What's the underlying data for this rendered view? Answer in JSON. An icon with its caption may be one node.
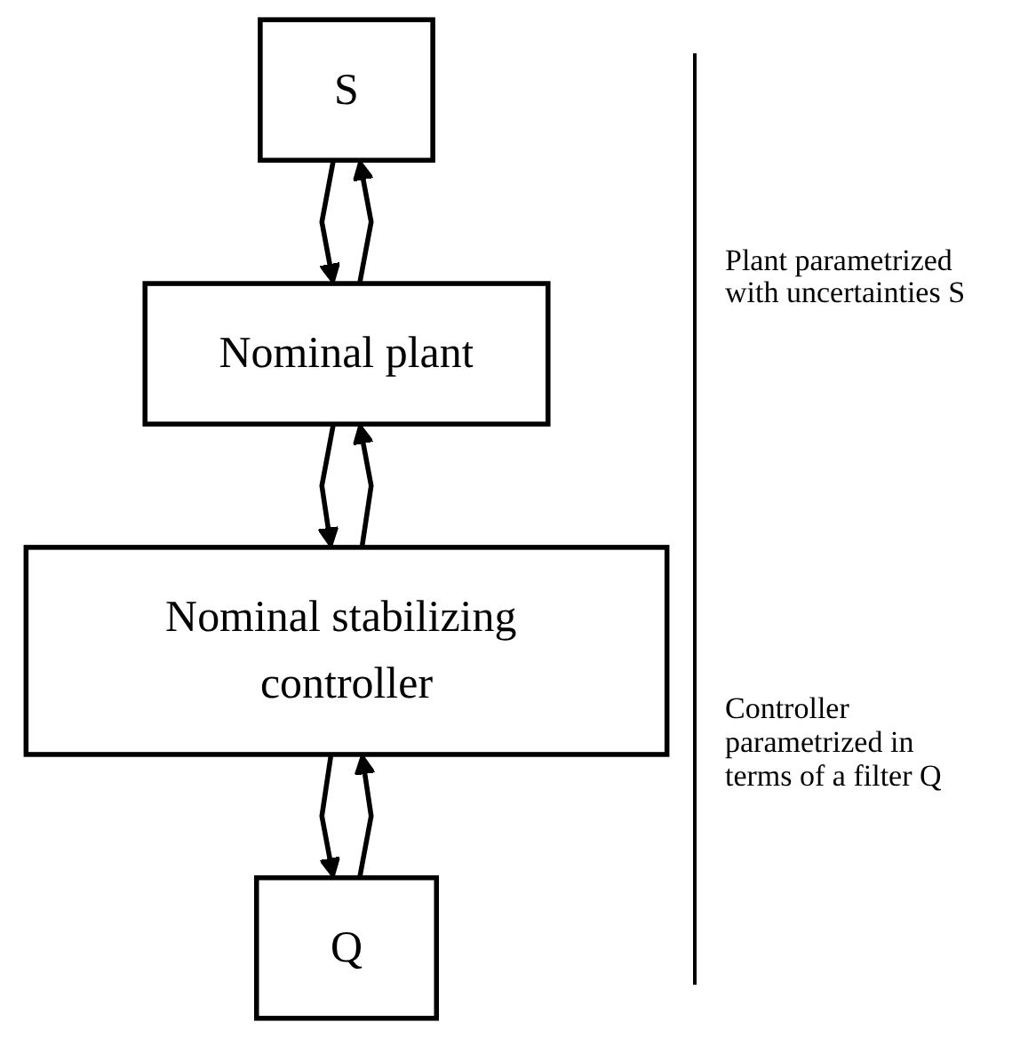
{
  "diagram": {
    "nodes": [
      {
        "text": [
          "S"
        ]
      },
      {
        "text": [
          "Nominal plant"
        ]
      },
      {
        "text": [
          "Nominal stabilizing controller"
        ]
      },
      {
        "text": [
          "Q"
        ]
      }
    ],
    "edges": [
      {
        "from": 0,
        "to": 1,
        "arrow": "to"
      },
      {
        "from": 1,
        "to": 0,
        "arrow": "to"
      },
      {
        "from": 2,
        "to": 1,
        "arrow": "to"
      },
      {
        "from": 1,
        "to": 2,
        "arrow": "to"
      },
      {
        "from": 2,
        "to": 3,
        "arrow": "to"
      },
      {
        "from": 3,
        "to": 2,
        "arrow": "to"
      }
    ],
    "labels": [
      "Plant parametrized with uncertainties S",
      "Controller parametrized in terms of a filter Q"
    ]
  }
}
